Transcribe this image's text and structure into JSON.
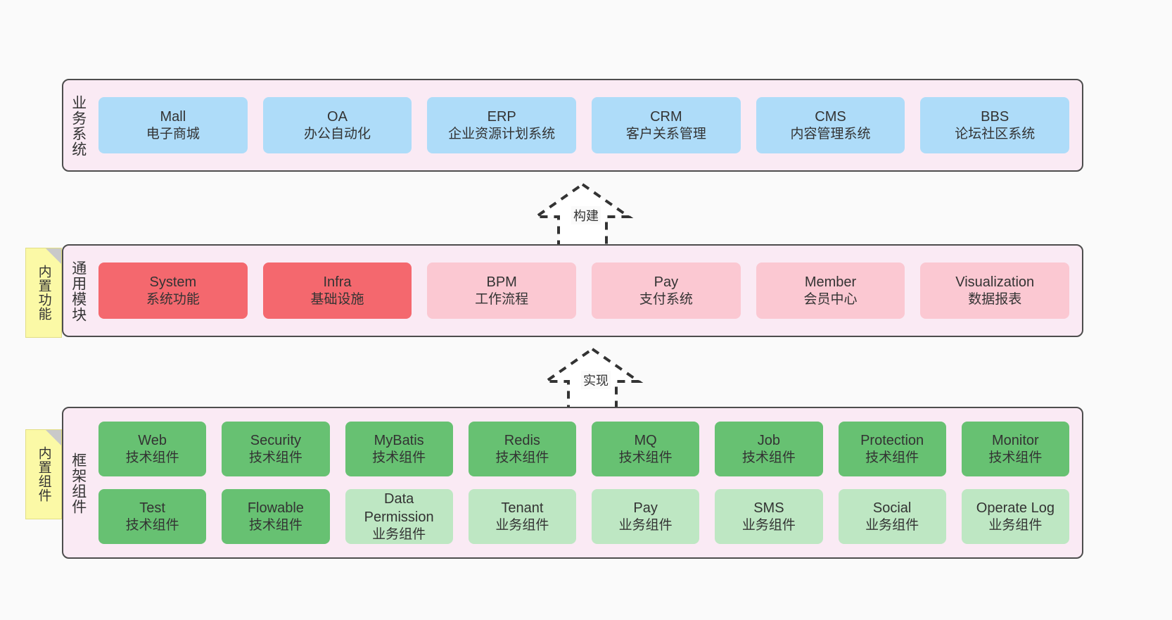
{
  "diagram": {
    "background_color": "#fafafa",
    "layer_fill": "#FAEAF4",
    "layer_border": "#4D4D4D"
  },
  "notes": [
    {
      "id": "builtin-features",
      "label": "内置功能",
      "color": "#FBF9A6"
    },
    {
      "id": "builtin-components",
      "label": "内置组件",
      "color": "#FBF9A6"
    }
  ],
  "connectors": [
    {
      "id": "build",
      "label": "构建",
      "style": "dashed-hollow-arrow-up"
    },
    {
      "id": "implement",
      "label": "实现",
      "style": "dashed-hollow-arrow-up"
    }
  ],
  "layers": [
    {
      "id": "business-systems",
      "title": "业务系统",
      "rows": [
        {
          "cards": [
            {
              "name": "Mall",
              "desc": "电子商城",
              "color": "#AEDCF9",
              "variant": "blue"
            },
            {
              "name": "OA",
              "desc": "办公自动化",
              "color": "#AEDCF9",
              "variant": "blue"
            },
            {
              "name": "ERP",
              "desc": "企业资源计划系统",
              "color": "#AEDCF9",
              "variant": "blue"
            },
            {
              "name": "CRM",
              "desc": "客户关系管理",
              "color": "#AEDCF9",
              "variant": "blue"
            },
            {
              "name": "CMS",
              "desc": "内容管理系统",
              "color": "#AEDCF9",
              "variant": "blue"
            },
            {
              "name": "BBS",
              "desc": "论坛社区系统",
              "color": "#AEDCF9",
              "variant": "blue"
            }
          ]
        }
      ]
    },
    {
      "id": "common-modules",
      "title": "通用模块",
      "rows": [
        {
          "cards": [
            {
              "name": "System",
              "desc": "系统功能",
              "color": "#F4686E",
              "variant": "red"
            },
            {
              "name": "Infra",
              "desc": "基础设施",
              "color": "#F4686E",
              "variant": "red"
            },
            {
              "name": "BPM",
              "desc": "工作流程",
              "color": "#FBC8D2",
              "variant": "pink"
            },
            {
              "name": "Pay",
              "desc": "支付系统",
              "color": "#FBC8D2",
              "variant": "pink"
            },
            {
              "name": "Member",
              "desc": "会员中心",
              "color": "#FBC8D2",
              "variant": "pink"
            },
            {
              "name": "Visualization",
              "desc": "数据报表",
              "color": "#FBC8D2",
              "variant": "pink"
            }
          ]
        }
      ]
    },
    {
      "id": "framework-components",
      "title": "框架组件",
      "rows": [
        {
          "cards": [
            {
              "name": "Web",
              "desc": "技术组件",
              "color": "#67C172",
              "variant": "green"
            },
            {
              "name": "Security",
              "desc": "技术组件",
              "color": "#67C172",
              "variant": "green"
            },
            {
              "name": "MyBatis",
              "desc": "技术组件",
              "color": "#67C172",
              "variant": "green"
            },
            {
              "name": "Redis",
              "desc": "技术组件",
              "color": "#67C172",
              "variant": "green"
            },
            {
              "name": "MQ",
              "desc": "技术组件",
              "color": "#67C172",
              "variant": "green"
            },
            {
              "name": "Job",
              "desc": "技术组件",
              "color": "#67C172",
              "variant": "green"
            },
            {
              "name": "Protection",
              "desc": "技术组件",
              "color": "#67C172",
              "variant": "green"
            },
            {
              "name": "Monitor",
              "desc": "技术组件",
              "color": "#67C172",
              "variant": "green"
            }
          ]
        },
        {
          "cards": [
            {
              "name": "Test",
              "desc": "技术组件",
              "color": "#67C172",
              "variant": "green"
            },
            {
              "name": "Flowable",
              "desc": "技术组件",
              "color": "#67C172",
              "variant": "green"
            },
            {
              "name": "Data Permission",
              "desc": "业务组件",
              "color": "#BEE7C3",
              "variant": "lightgreen"
            },
            {
              "name": "Tenant",
              "desc": "业务组件",
              "color": "#BEE7C3",
              "variant": "lightgreen"
            },
            {
              "name": "Pay",
              "desc": "业务组件",
              "color": "#BEE7C3",
              "variant": "lightgreen"
            },
            {
              "name": "SMS",
              "desc": "业务组件",
              "color": "#BEE7C3",
              "variant": "lightgreen"
            },
            {
              "name": "Social",
              "desc": "业务组件",
              "color": "#BEE7C3",
              "variant": "lightgreen"
            },
            {
              "name": "Operate Log",
              "desc": "业务组件",
              "color": "#BEE7C3",
              "variant": "lightgreen"
            }
          ]
        }
      ]
    }
  ]
}
